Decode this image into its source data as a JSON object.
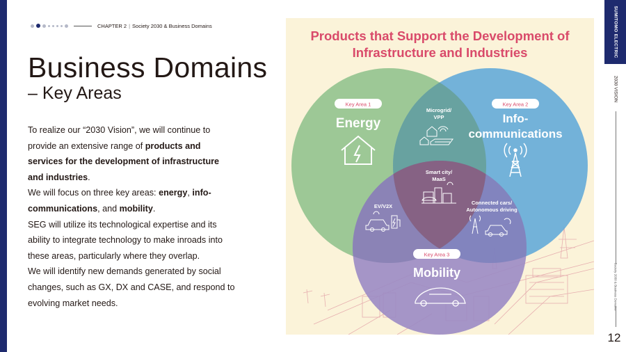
{
  "header": {
    "chapter": "CHAPTER 2",
    "section": "Society 2030 & Business Domains"
  },
  "title": "Business Domains",
  "subtitle": "– Key Areas",
  "body": {
    "p1_a": "To realize our “2030 Vision”, we will continue to provide an extensive range of ",
    "p1_b": "products and services for the development of infrastructure and industries",
    "p1_c": ".",
    "p2_a": "We will focus on three key areas: ",
    "p2_b": "energy",
    "p2_c": ", ",
    "p2_d": "info-communications",
    "p2_e": ", and ",
    "p2_f": "mobility",
    "p2_g": ".",
    "p3": "SEG will utilize its technological expertise and its ability to integrate technology to make inroads into these areas, particularly where they overlap.",
    "p4": "We will identify new demands generated by social changes, such as GX, DX and CASE, and respond to evolving market needs."
  },
  "diagram": {
    "title_line1": "Products that Support the Development of",
    "title_line2": "Infrastructure and Industries",
    "energy": {
      "tag": "Key Area 1",
      "name": "Energy",
      "color": "#8cc08a"
    },
    "info": {
      "tag": "Key Area 2",
      "name_line1": "Info-",
      "name_line2": "communications",
      "color": "#5aa6d8"
    },
    "mobility": {
      "tag": "Key Area 3",
      "name": "Mobility",
      "color": "#9b8bc4"
    },
    "microgrid_line1": "Microgrid/",
    "microgrid_line2": "VPP",
    "smartcity_line1": "Smart city/",
    "smartcity_line2": "MaaS",
    "evv2x": "EV/V2X",
    "connected_line1": "Connected cars/",
    "connected_line2": "Autonomous driving",
    "title_color": "#d94a6a",
    "tag_color": "#d94a6a"
  },
  "sidebar": {
    "brand": "SUMITOMO ELECTRIC",
    "vision": "2030 VISION",
    "caption": "Society 2030 & Business Domains",
    "page": "12"
  }
}
